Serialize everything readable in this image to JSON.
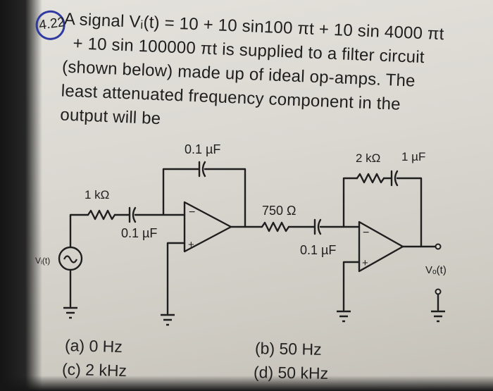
{
  "question": {
    "number": "4.22",
    "lines": [
      "A signal Vᵢ(t) = 10 + 10 sin100 πt + 10 sin 4000 πt",
      "+ 10 sin 100000 πt is supplied to a filter circuit",
      "(shown below) made up of ideal op-amps. The",
      "least attenuated frequency component in the",
      "output will be"
    ]
  },
  "circuit": {
    "c_feedback_1": "0.1 µF",
    "r_input_1": "1 kΩ",
    "c_input_1": "0.1 µF",
    "r_input_2": "750 Ω",
    "c_input_2": "0.1 µF",
    "r_feedback_2": "2 kΩ",
    "c_feedback_2": "1 µF",
    "source_label": "Vᵢ(t)",
    "output_label": "Vₒ(t)",
    "opamp_minus": "−",
    "opamp_plus": "+"
  },
  "options": [
    {
      "label": "(a)",
      "value": "0 Hz"
    },
    {
      "label": "(b)",
      "value": "50 Hz"
    },
    {
      "label": "(c)",
      "value": "2 kHz"
    },
    {
      "label": "(d)",
      "value": "50 kHz"
    }
  ]
}
